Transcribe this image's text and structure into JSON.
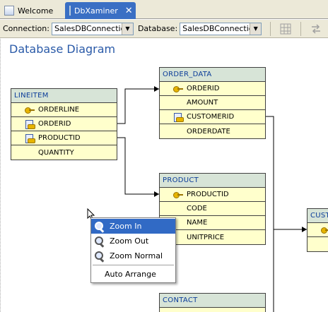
{
  "tabs": [
    {
      "label": "Welcome",
      "active": false
    },
    {
      "label": "DbXaminer",
      "active": true,
      "closable": true
    }
  ],
  "toolbar": {
    "connection_label": "Connection:",
    "connection_value": "SalesDBConnection",
    "database_label": "Database:",
    "database_value": "SalesDBConnection"
  },
  "diagram": {
    "title": "Database Diagram",
    "entities": {
      "lineitem": {
        "name": "LINEITEM",
        "columns": [
          {
            "name": "ORDERLINE",
            "key": "primary"
          },
          {
            "name": "ORDERID",
            "key": "foreign"
          },
          {
            "name": "PRODUCTID",
            "key": "foreign"
          },
          {
            "name": "QUANTITY",
            "key": "none"
          }
        ]
      },
      "order_data": {
        "name": "ORDER_DATA",
        "columns": [
          {
            "name": "ORDERID",
            "key": "primary"
          },
          {
            "name": "AMOUNT",
            "key": "none"
          },
          {
            "name": "CUSTOMERID",
            "key": "foreign"
          },
          {
            "name": "ORDERDATE",
            "key": "none"
          }
        ]
      },
      "product": {
        "name": "PRODUCT",
        "columns": [
          {
            "name": "PRODUCTID",
            "key": "primary"
          },
          {
            "name": "CODE",
            "key": "none"
          },
          {
            "name": "NAME",
            "key": "none"
          },
          {
            "name": "UNITPRICE",
            "key": "none"
          }
        ]
      },
      "contact": {
        "name": "CONTACT"
      },
      "customer_partial": {
        "name": "CUST"
      }
    }
  },
  "context_menu": {
    "zoom_in": "Zoom In",
    "zoom_out": "Zoom Out",
    "zoom_normal": "Zoom Normal",
    "auto_arrange": "Auto Arrange"
  },
  "colors": {
    "entity_header": "#d7e4d7",
    "entity_body": "#ffffcc",
    "entity_title_text": "#0b3c99",
    "menu_highlight": "#316ac5",
    "title_blue": "#2a5aa8"
  }
}
